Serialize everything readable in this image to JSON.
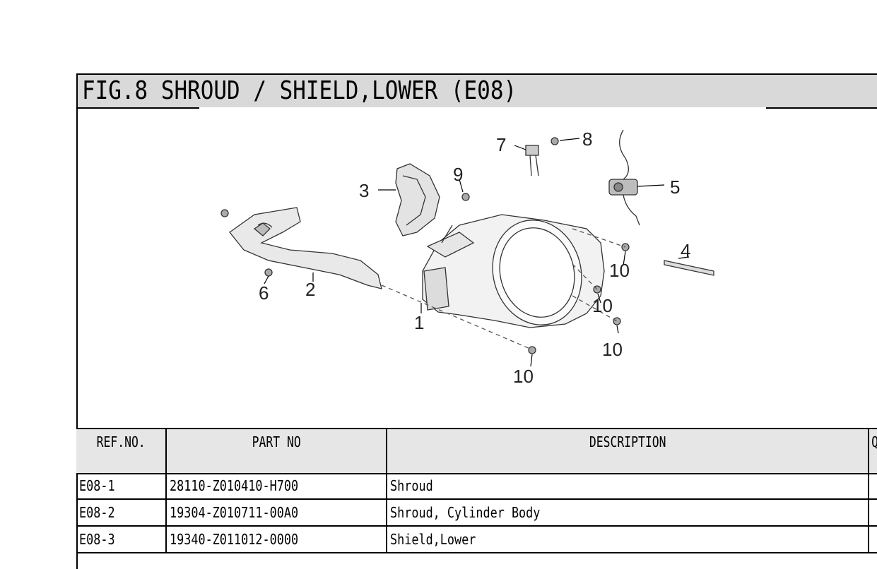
{
  "figure": {
    "title": "FIG.8 SHROUD / SHIELD,LOWER (E08)"
  },
  "diagram": {
    "callouts": [
      "1",
      "2",
      "3",
      "4",
      "5",
      "6",
      "7",
      "8",
      "9",
      "10",
      "10",
      "10",
      "10"
    ]
  },
  "table": {
    "headers": [
      "REF.NO.",
      "PART NO",
      "DESCRIPTION",
      "Q"
    ],
    "rows": [
      {
        "ref": "E08-1",
        "part_no": "28110-Z010410-H700",
        "description": "Shroud"
      },
      {
        "ref": "E08-2",
        "part_no": "19304-Z010711-00A0",
        "description": "Shroud, Cylinder Body"
      },
      {
        "ref": "E08-3",
        "part_no": "19340-Z011012-0000",
        "description": "Shield,Lower"
      }
    ]
  }
}
